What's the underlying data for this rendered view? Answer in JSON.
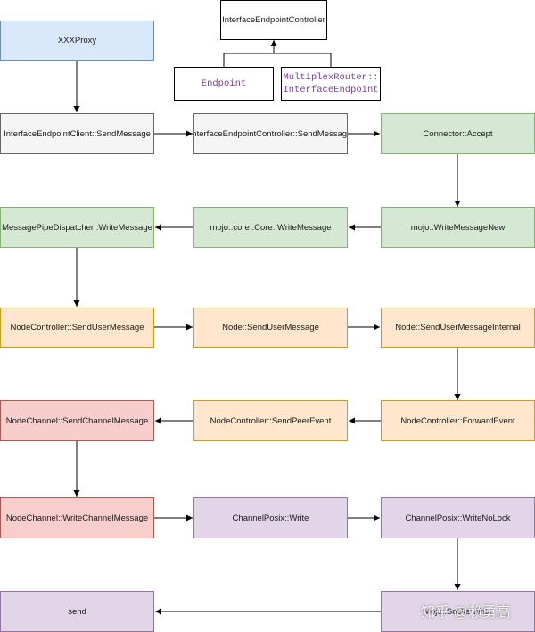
{
  "nodes": {
    "xxxproxy": "XXXProxy",
    "iec_top": "InterfaceEndpointController",
    "endpoint": "Endpoint",
    "multiplex_1": "MultiplexRouter::",
    "multiplex_2": "InterfaceEndpoint",
    "iec_client": "InterfaceEndpointClient::SendMessage",
    "iec_send": "InterfaceEndpointController::SendMessage",
    "connector_accept": "Connector::Accept",
    "mpd_write": "MessagePipeDispatcher::WriteMessage",
    "core_write": "mojo::core::Core::WriteMessage",
    "write_new": "mojo::WriteMessageNew",
    "nc_send_user": "NodeController::SendUserMessage",
    "node_send_user": "Node::SendUserMessage",
    "node_send_internal": "Node::SendUserMessageInternal",
    "nch_send_channel": "NodeChannel::SendChannelMessage",
    "nc_send_peer": "NodeController::SendPeerEvent",
    "nc_forward": "NodeController::ForwardEvent",
    "nch_write_channel": "NodeChannel::WriteChannelMessage",
    "cp_write": "ChannelPosix::Write",
    "cp_write_nolock": "ChannelPosix::WriteNoLock",
    "send": "send",
    "socket_write": "Mojo::SocketWrite"
  },
  "watermark": "知乎 @赖勇高",
  "colors": {
    "blue": "#dae8fc",
    "gray": "#f5f5f5",
    "green": "#d5e8d4",
    "orange": "#ffe6cc",
    "red": "#f8cecc",
    "purple": "#e1d5e7"
  }
}
